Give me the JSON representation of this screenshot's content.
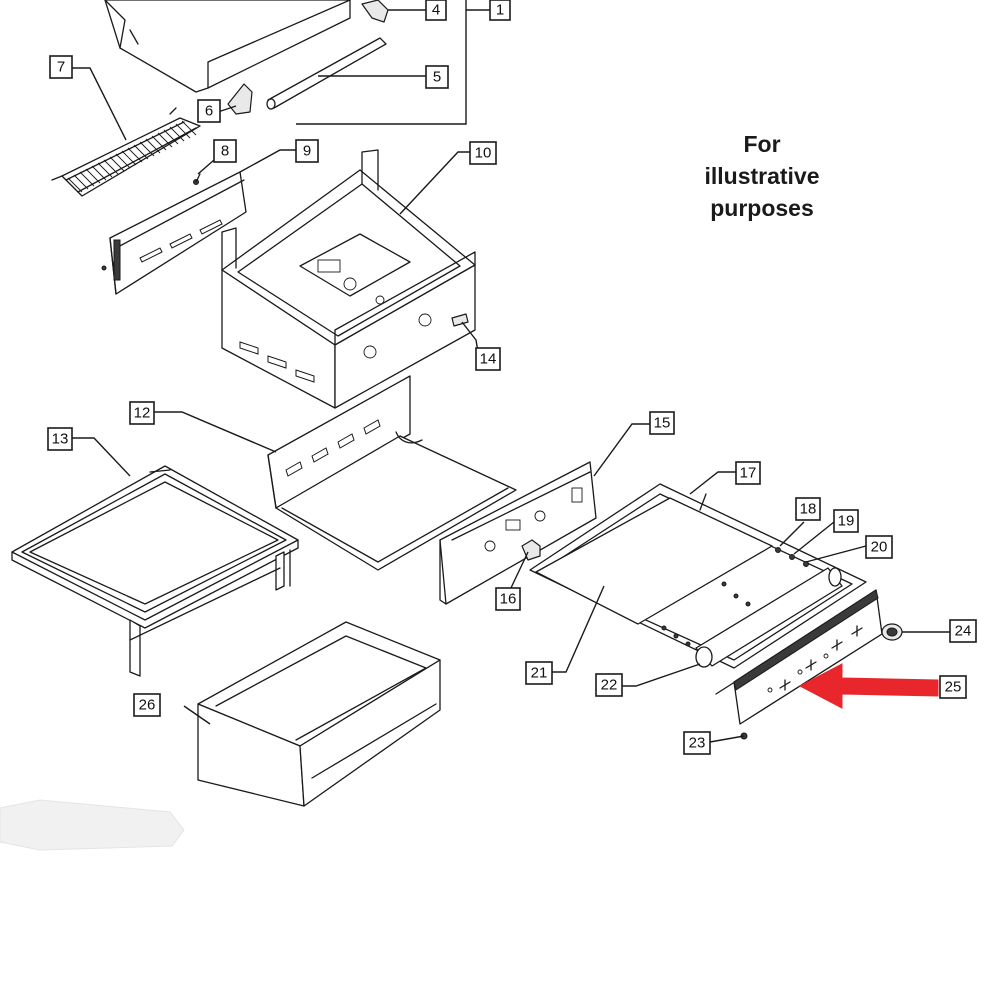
{
  "note": {
    "lines": [
      "For",
      "illustrative",
      "purposes"
    ]
  },
  "callouts": [
    "1",
    "4",
    "5",
    "6",
    "7",
    "8",
    "9",
    "10",
    "12",
    "13",
    "14",
    "15",
    "16",
    "17",
    "18",
    "19",
    "20",
    "21",
    "22",
    "23",
    "24",
    "25",
    "26"
  ],
  "highlight": {
    "part": "25",
    "arrow_color": "#e8262b"
  }
}
